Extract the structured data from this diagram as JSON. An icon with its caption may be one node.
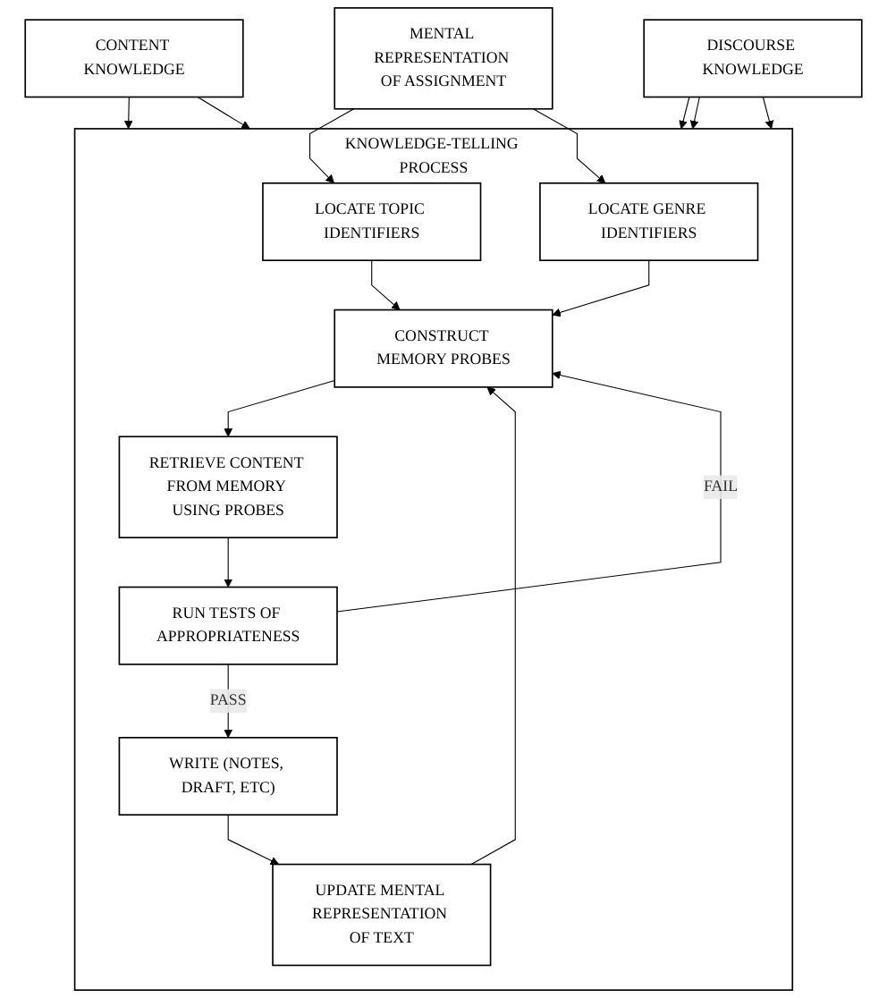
{
  "diagram": {
    "nodes": [
      {
        "text": [
          "MENTAL REPRESENTATION OF ASSIGNMENT"
        ]
      },
      {
        "text": [
          "CONTENT KNOWLEDGE"
        ]
      },
      {
        "text": [
          "KNOWLEDGE-TELLING PROCESS"
        ]
      },
      {
        "text": [
          "LOCATE TOPIC IDENTIFIERS"
        ],
        "in": 2
      },
      {
        "text": [
          "LOCATE GENRE IDENTIFIERS"
        ],
        "in": 2
      },
      {
        "text": [
          "CONSTRUCT MEMORY PROBES"
        ],
        "in": 2
      },
      {
        "text": [
          "RETRIEVE CONTENT FROM MEMORY USING PROBES"
        ],
        "in": 2
      },
      {
        "text": [
          "RUN TESTS OF APPROPRIATENESS"
        ],
        "in": 2
      },
      {
        "text": [
          "WRITE (NOTES, DRAFT, ETC)"
        ],
        "in": 2
      },
      {
        "text": [
          "UPDATE MENTAL REPRESENTATION OF TEXT"
        ],
        "in": 2
      },
      {
        "text": [
          "DISCOURSE KNOWLEDGE"
        ]
      }
    ],
    "edges": [
      {
        "from": 0,
        "to": 3,
        "arrow": "to"
      },
      {
        "from": 0,
        "to": 4,
        "arrow": "to"
      },
      {
        "from": 3,
        "to": 5,
        "arrow": "to"
      },
      {
        "from": 4,
        "to": 5,
        "arrow": "to"
      },
      {
        "from": 5,
        "to": 6,
        "arrow": "to"
      },
      {
        "from": 6,
        "to": 7,
        "arrow": "to"
      },
      {
        "from": 7,
        "to": 8,
        "label": "PASS",
        "arrow": "to"
      },
      {
        "from": 8,
        "to": 9,
        "arrow": "to"
      },
      {
        "from": 9,
        "to": 5,
        "arrow": "to"
      },
      {
        "from": 7,
        "to": 5,
        "label": "FAIL",
        "arrow": "to"
      },
      {
        "from": 1,
        "to": 2,
        "arrow": "to"
      },
      {
        "from": 1,
        "to": 2,
        "arrow": "to"
      },
      {
        "from": 10,
        "to": 2,
        "arrow": "to"
      },
      {
        "from": 10,
        "to": 2,
        "arrow": "to"
      },
      {
        "from": 10,
        "to": 2,
        "arrow": "to"
      }
    ]
  }
}
